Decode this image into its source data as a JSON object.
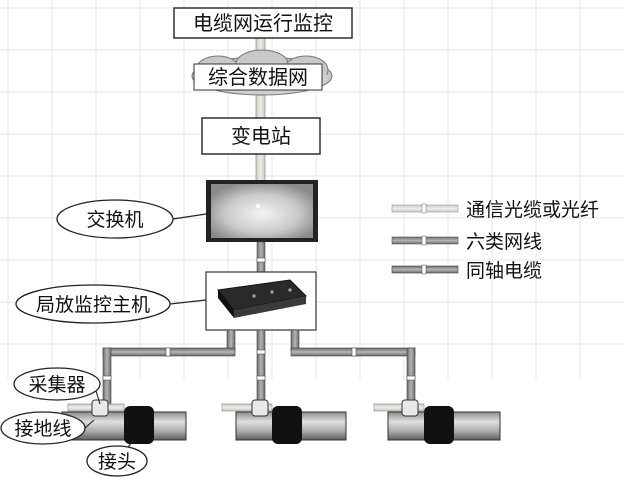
{
  "nodes": {
    "top": "电缆网运行监控",
    "network": "综合数据网",
    "substation": "变电站",
    "switch": "交换机",
    "host": "局放监控主机",
    "collector": "采集器",
    "ground_wire": "接地线",
    "joint": "接头"
  },
  "legend": [
    {
      "label": "通信光缆或光纤",
      "color": "#d4d7cf",
      "icon": "fiber-cable"
    },
    {
      "label": "六类网线",
      "color": "#8a8a8a",
      "icon": "cat6-cable"
    },
    {
      "label": "同轴电缆",
      "color": "#6d6d6d",
      "icon": "coax-cable"
    }
  ]
}
